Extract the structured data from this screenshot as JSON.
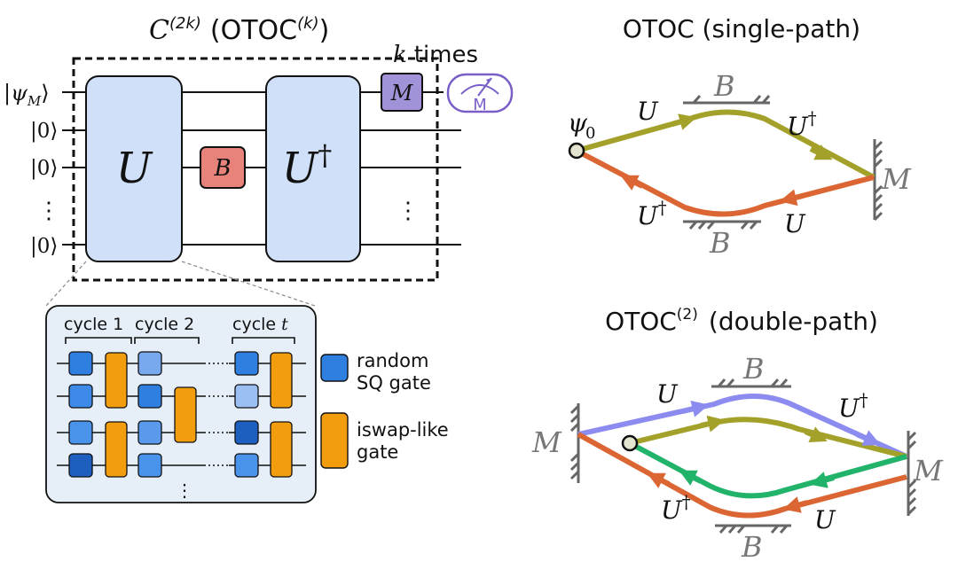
{
  "circuit": {
    "title_main": "C",
    "title_sup": "(2k)",
    "title_paren_open": "(OTOC",
    "title_paren_sup": "(k)",
    "title_paren_close": ")",
    "repeat_k": "k",
    "repeat_label": "times",
    "input_psi": "|ψ",
    "input_psi_sub": "M",
    "input_psi_close": "⟩",
    "input_zero": "|0⟩",
    "input_dots": "⋮",
    "gate_u": "U",
    "gate_udag": "U",
    "dagger": "†",
    "gate_b": "B",
    "gate_m": "M",
    "meter_label": "M",
    "right_dots": "⋮",
    "colors": {
      "u_block": "#cfe0f8",
      "b_gate": "#e7837a",
      "m_gate": "#a292d8",
      "meter": "#7a5ec8"
    }
  },
  "inset": {
    "cycle1": "cycle 1",
    "cycle2": "cycle 2",
    "cyclet": "cycle",
    "cyclet_var": "t",
    "vdots": "⋮",
    "legend_sq_line1": "random",
    "legend_sq_line2": "SQ gate",
    "legend_iswap_line1": "iswap-like",
    "legend_iswap_line2": "gate",
    "colors": {
      "panel_bg": "#e6eef8",
      "sq_gate": "#2f7fe0",
      "iswap_gate": "#f19d0d"
    }
  },
  "single_path": {
    "title": "OTOC  (single-path)",
    "psi": "ψ",
    "psi_sub": "0",
    "u_upper": "U",
    "udag_upper": "U",
    "udag_lower": "U",
    "u_lower": "U",
    "dagger": "†",
    "b_top": "B",
    "b_bottom": "B",
    "m_mirror": "M",
    "colors": {
      "forward": "#a3a12a",
      "backward": "#dc6633",
      "mirror": "#666666"
    }
  },
  "double_path": {
    "title_main": "OTOC",
    "title_sup": "(2)",
    "title_rest": "(double-path)",
    "m_left": "M",
    "m_right": "M",
    "u_upper": "U",
    "udag_upper": "U",
    "udag_lower": "U",
    "u_lower": "U",
    "dagger": "†",
    "b_top": "B",
    "b_bottom": "B",
    "colors": {
      "blue_path": "#8c8cf0",
      "olive_path": "#a3a12a",
      "green_path": "#22b36a",
      "orange_path": "#dc6633"
    }
  }
}
